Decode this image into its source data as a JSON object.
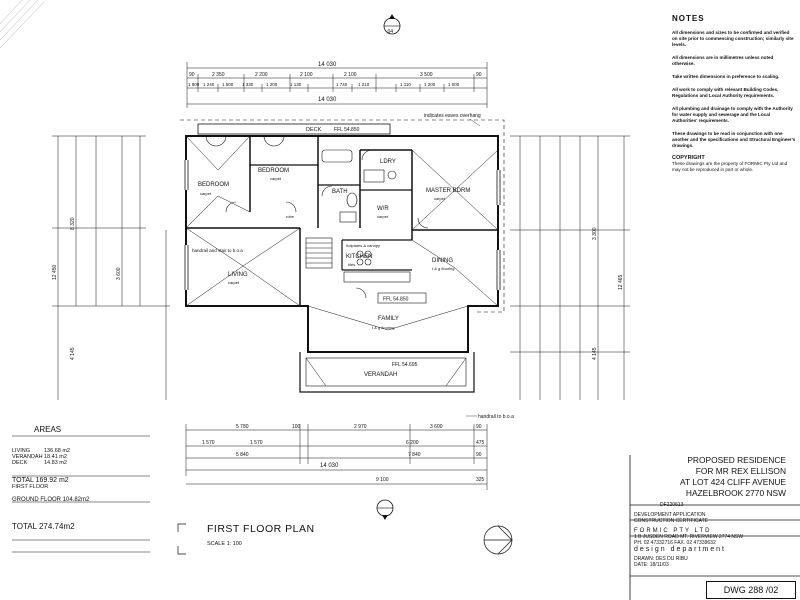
{
  "notes": {
    "title": "NOTES",
    "items": [
      "All dimensions and sizes to be confirmed and verified on site prior to commencing construction; similarly site levels.",
      "All dimensions are in millimetres unless noted otherwise.",
      "Take written dimensions in preference to scaling.",
      "All work to comply with relevant Building Codes, Regulations and Local Authority requirements.",
      "All plumbing and drainage to comply with the Authority for water supply and sewerage and the Local Authorities' requirements.",
      "These drawings to be read in conjunction with one another and the specifications and Structural Engineer's drawings."
    ],
    "copyright_title": "COPYRIGHT",
    "copyright_text": "These drawings are the property of FORMIC Pty Ltd and may not be reproduced in part or whole."
  },
  "areas": {
    "title": "AREAS",
    "rows": [
      {
        "label": "LIVING",
        "value": "136.68 m2"
      },
      {
        "label": "VERANDAH",
        "value": "18.41 m2"
      },
      {
        "label": "DECK",
        "value": "14.83 m2"
      }
    ],
    "total_first": "TOTAL 169.92 m2",
    "first_floor": "FIRST FLOOR",
    "ground_floor": "GROUND FLOOR 104.82m2",
    "total": "TOTAL   274.74m2"
  },
  "title_block": {
    "line1": "PROPOSED RESIDENCE",
    "line2": "FOR MR REX ELLISON",
    "line3": "AT LOT 424 CLIFF AVENUE",
    "line4": "HAZELBROOK 2770 NSW",
    "job_no": "DF220613",
    "dev_app": "DEVELOPMENT APPLICATION",
    "const_cert": "CONSTRUCTION CERTIFICATE",
    "firm": "FORMIC PTY LTD",
    "address": "1 B JUSDEN ROAD MT. RIVERVIEW 2774 NSW",
    "phone": "PH. 02 47332716   FAX. 02 47339632",
    "dept": "design department",
    "drawn": "DRAWN: DES DU RIBU",
    "date": "DATE: 18/11/03",
    "dwg": "DWG 288 /02"
  },
  "plan": {
    "title": "FIRST FLOOR PLAN",
    "scale": "SCALE 1: 100",
    "section_ref": "04",
    "rooms": [
      {
        "id": "bedroom",
        "name": "BEDROOM",
        "finish": "carpet"
      },
      {
        "id": "bedroom2",
        "name": "BEDROOM",
        "finish": "carpet"
      },
      {
        "id": "bath",
        "name": "BATH",
        "finish": ""
      },
      {
        "id": "ldry",
        "name": "LDRY",
        "finish": ""
      },
      {
        "id": "master",
        "name": "MASTER BDRM",
        "finish": "carpet"
      },
      {
        "id": "wir",
        "name": "W/R",
        "finish": "carpet"
      },
      {
        "id": "kitchen",
        "name": "KITCHEN",
        "finish": "tiles"
      },
      {
        "id": "dining",
        "name": "DINING",
        "finish": "t & g flooring"
      },
      {
        "id": "living",
        "name": "LIVING",
        "finish": "carpet"
      },
      {
        "id": "family",
        "name": "FAMILY",
        "finish": "t & g flooring"
      },
      {
        "id": "verandah",
        "name": "VERANDAH",
        "finish": ""
      },
      {
        "id": "deck",
        "name": "DECK",
        "finish": ""
      }
    ],
    "annotations": {
      "eaves": "indicates eaves overhang",
      "ffl_top": "FFL 54.850",
      "ffl_mid": "FFL 54.850",
      "ffl_bottom": "FFL 54.695",
      "handrail": "handrail and stair to b.o.a",
      "handrail_boa": "handrail to b.o.a",
      "hotplates": "hotplates & canopy",
      "robe": "robe"
    },
    "dims": {
      "top_overall": "14 030",
      "top_overall2": "14 030",
      "top_chain1": [
        "90",
        "2 350",
        "2 200",
        "2 100",
        "2 100",
        "3 500",
        "90"
      ],
      "top_chain2": [
        "1 800",
        "1 240",
        "1 500",
        "1 330",
        "1 200",
        "1 130",
        "1 740",
        "1 210",
        "1 110",
        "1 200",
        "1 000"
      ],
      "bottom_chain1": [
        "5 780",
        "100",
        "2 970",
        "3 600",
        "90"
      ],
      "bottom_chain2": [
        "1 570",
        "1 570",
        "6 200",
        "475"
      ],
      "bottom_overall": "14 030",
      "bottom_sub": [
        "5 840",
        "7 840",
        "90"
      ],
      "bottom_last": [
        "9 100",
        "325"
      ],
      "left_overall": "12 450",
      "left_a": "8 320",
      "left_b": "4 145",
      "left_c": "3 600",
      "right_overall": "12 465",
      "right_a": "3 300",
      "right_b": "4 145"
    }
  }
}
